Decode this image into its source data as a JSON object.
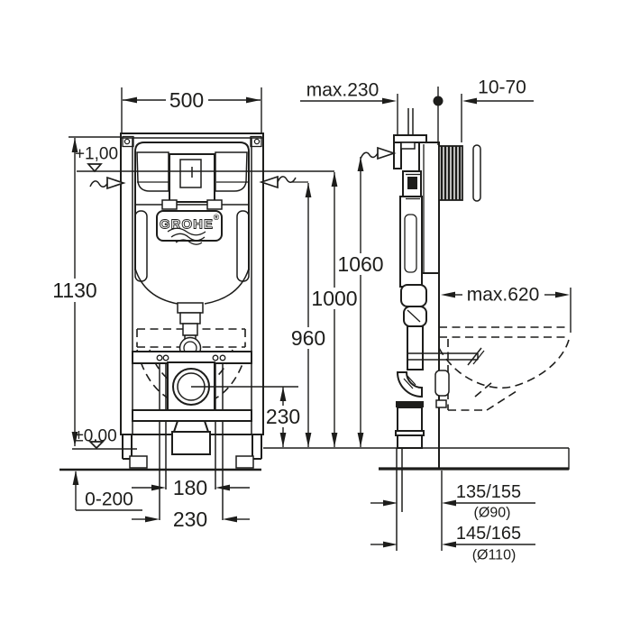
{
  "drawing_type": "installation-dimension-drawing",
  "brand": {
    "name": "GROHE",
    "registered": "®"
  },
  "front_view": {
    "width": "500",
    "height": "1130",
    "upper_level": "+1,00",
    "zero_level": "±0,00",
    "floor_buildup": "0-200",
    "fixing_spacing_inner": "180",
    "fixing_spacing_outer": "230",
    "outlet_height": "230"
  },
  "elevation": {
    "d1060": "1060",
    "d1000": "1000",
    "d960": "960"
  },
  "side_view": {
    "top_clearance": "max.230",
    "wall_thickness": "10-70",
    "depth": "max.620",
    "outlet_offset_90": "135/155",
    "outlet_dia_90": "(Ø90)",
    "outlet_offset_110": "145/165",
    "outlet_dia_110": "(Ø110)"
  },
  "colors": {
    "line": "#1d1d1b",
    "background": "#ffffff"
  }
}
